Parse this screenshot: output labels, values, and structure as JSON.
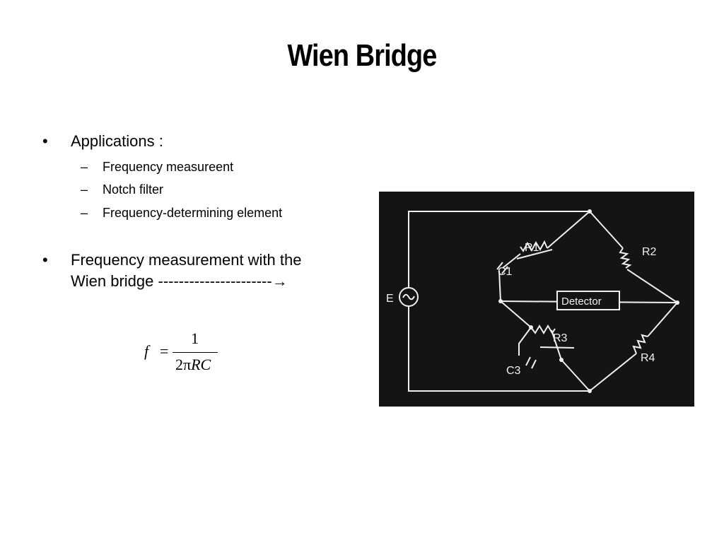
{
  "slide": {
    "title": "Wien Bridge"
  },
  "bullets": [
    {
      "text": "Applications :",
      "subitems": [
        "Frequency measureent",
        "Notch filter",
        "Frequency-determining element"
      ]
    },
    {
      "line1": "Frequency measurement with the",
      "line2": "Wien bridge ----------------------",
      "arrow": "→"
    }
  ],
  "markers": {
    "bullet": "•",
    "dash": "–"
  },
  "formula": {
    "lhs": "f",
    "eq": "=",
    "numerator": "1",
    "denominator_prefix": "2π",
    "denominator_vars": "RC"
  },
  "circuit": {
    "source": "E",
    "detector": "Detector",
    "r1": "R1",
    "r2": "R2",
    "r3": "R3",
    "r4": "R4",
    "c1": "C1",
    "c3": "C3"
  },
  "colors": {
    "background": "#ffffff",
    "text": "#000000",
    "photo_bg": "#141414",
    "ink": "#f0f0f0"
  }
}
